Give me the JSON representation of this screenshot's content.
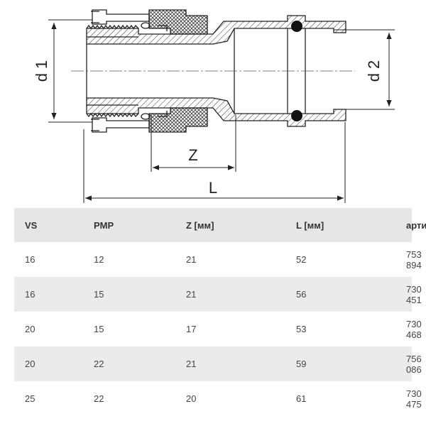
{
  "drawing": {
    "labels": {
      "d1": "d 1",
      "d2": "d 2",
      "z": "Z",
      "l": "L"
    }
  },
  "table": {
    "headers": [
      "VS",
      "PMP",
      "Z [мм]",
      "L [мм]",
      "артикул"
    ],
    "rows": [
      [
        "16",
        "12",
        "21",
        "52",
        "753 894"
      ],
      [
        "16",
        "15",
        "21",
        "56",
        "730 451"
      ],
      [
        "20",
        "15",
        "17",
        "53",
        "730 468"
      ],
      [
        "20",
        "22",
        "21",
        "59",
        "756 086"
      ],
      [
        "25",
        "22",
        "20",
        "61",
        "730 475"
      ]
    ]
  }
}
